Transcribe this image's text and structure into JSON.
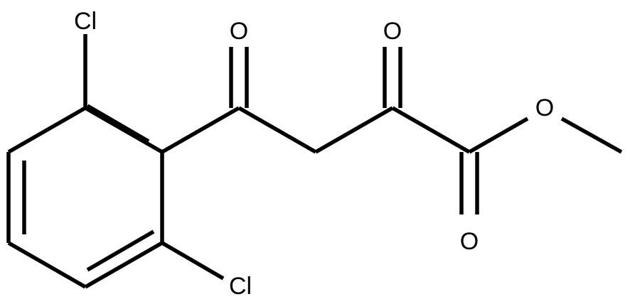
{
  "molecule": {
    "atoms": [
      {
        "id": "cl_top",
        "label": "Cl"
      },
      {
        "id": "cl_bottom",
        "label": "Cl"
      },
      {
        "id": "o_ketone_1",
        "label": "O"
      },
      {
        "id": "o_ketone_2",
        "label": "O"
      },
      {
        "id": "o_ester_single",
        "label": "O"
      },
      {
        "id": "o_ester_double",
        "label": "O"
      }
    ]
  },
  "colors": {
    "bond": "#000000",
    "label": "#000000",
    "background": "#ffffff"
  }
}
